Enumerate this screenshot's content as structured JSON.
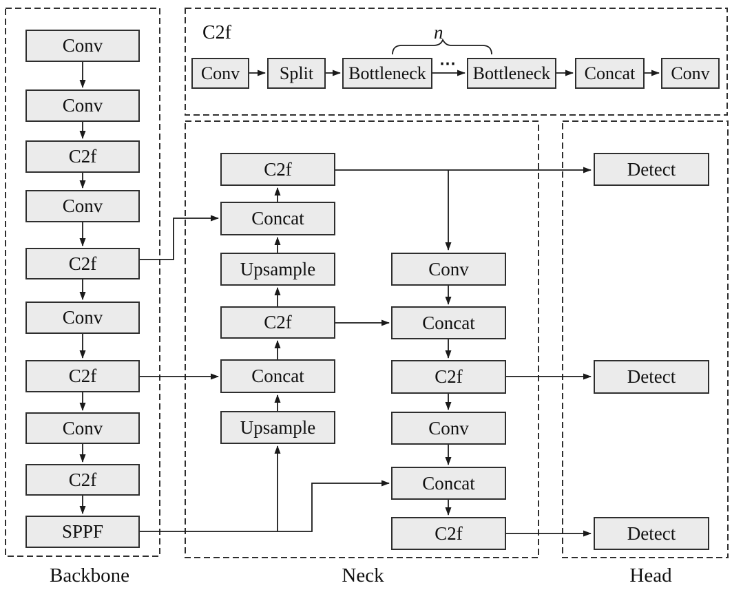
{
  "diagram": {
    "kind": "YOLOv8-style network architecture diagram",
    "c2f_detail": {
      "title": "C2f",
      "repeat_label": "n",
      "dots": "⋯",
      "nodes": [
        "Conv",
        "Split",
        "Bottleneck",
        "Bottleneck",
        "Concat",
        "Conv"
      ]
    },
    "backbone_nodes": [
      "Conv",
      "Conv",
      "C2f",
      "Conv",
      "C2f",
      "Conv",
      "C2f",
      "Conv",
      "C2f",
      "SPPF"
    ],
    "neck_left_nodes": [
      "C2f",
      "Concat",
      "Upsample",
      "C2f",
      "Concat",
      "Upsample"
    ],
    "neck_right_nodes": [
      "Conv",
      "Concat",
      "C2f",
      "Conv",
      "Concat",
      "C2f"
    ],
    "head_nodes": [
      "Detect",
      "Detect",
      "Detect"
    ],
    "section_labels": {
      "backbone": "Backbone",
      "neck": "Neck",
      "head": "Head"
    },
    "colors": {
      "node_fill": "#ebebeb",
      "node_border": "#2e2e2e",
      "line": "#1a1a1a",
      "background": "#ffffff",
      "text": "#111111"
    }
  }
}
